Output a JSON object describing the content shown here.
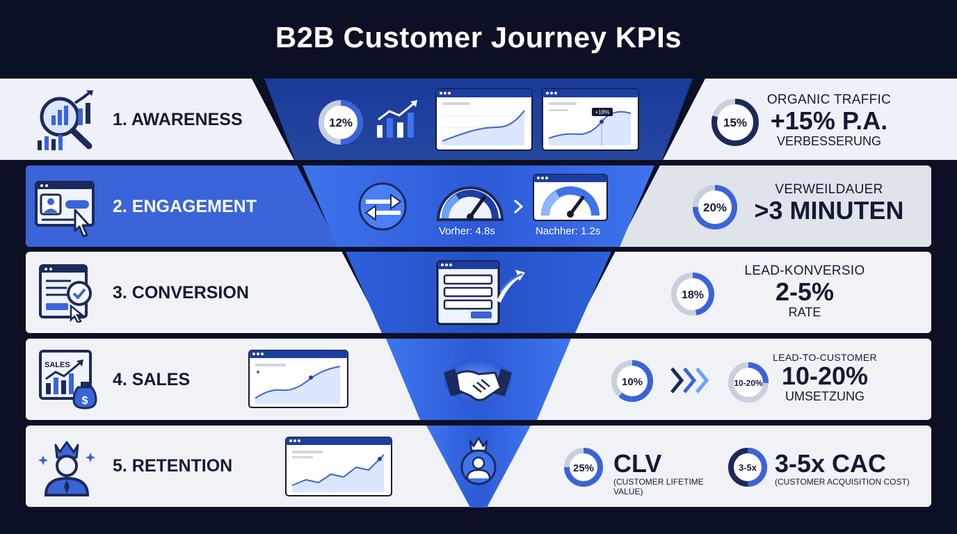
{
  "title": "B2B Customer Journey KPIs",
  "stages": [
    {
      "label": "1. AWARENESS"
    },
    {
      "label": "2. ENGAGEMENT"
    },
    {
      "label": "3. CONVERSION"
    },
    {
      "label": "4. SALES"
    },
    {
      "label": "5. RETENTION"
    }
  ],
  "funnel": {
    "awareness_donut": "12%",
    "chart_tooltip": "+18%",
    "speed_before": "Vorher: 4.8s",
    "speed_after": "Nachher: 1.2s"
  },
  "kpis": {
    "awareness": {
      "donut": "15%",
      "label": "ORGANIC TRAFFIC",
      "value": "+15% P.A.",
      "sub": "VERBESSERUNG"
    },
    "engagement": {
      "donut": "20%",
      "label": "VERWEILDAUER",
      "value": ">3 MINUTEN"
    },
    "conversion": {
      "donut": "18%",
      "label": "LEAD-KONVERSIO",
      "value": "2-5%",
      "sub": "RATE"
    },
    "sales": {
      "donut_a": "10%",
      "donut_b": "10-20%",
      "label": "LEAD-TO-CUSTOMER",
      "value": "10-20%",
      "sub": "UMSETZUNG"
    },
    "retention": {
      "clv_donut": "25%",
      "clv_value": "CLV",
      "clv_sub_1": "(CUSTOMER LIFETIME",
      "clv_sub_2": "VALUE)",
      "cac_donut": "3-5x",
      "cac_value": "3-5x CAC",
      "cac_sub": "(CUSTOMER ACQUISITION COST)"
    }
  },
  "icon_text": {
    "sales_chart": "SALES"
  },
  "colors": {
    "background": "#0b1024",
    "accent": "#3a64d8",
    "funnel_dark": "#1d3ea0",
    "funnel_bright": "#3f73ec"
  }
}
